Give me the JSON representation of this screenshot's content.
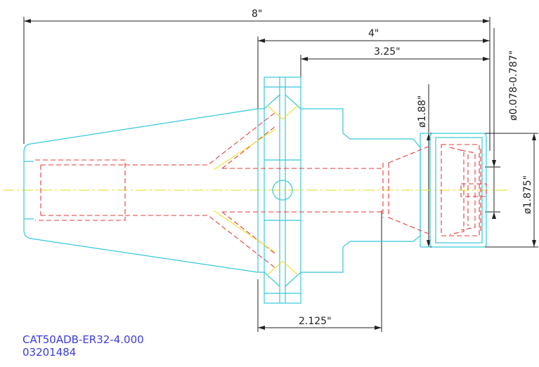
{
  "dimensions": {
    "overall_length": "8\"",
    "length_4": "4\"",
    "length_325": "3.25\"",
    "length_2125": "2.125\"",
    "dia_188": "ø1.88\"",
    "dia_1875": "ø1.875\"",
    "collet_range": "ø0.078-0.787\""
  },
  "part": {
    "model": "CAT50ADB-ER32-4.000",
    "number": "03201484"
  },
  "colors": {
    "outline": "#35c8dc",
    "hidden": "#e33b3b",
    "centerline": "#f0e23c",
    "dimension": "#222222",
    "label": "#3b3bdd"
  }
}
